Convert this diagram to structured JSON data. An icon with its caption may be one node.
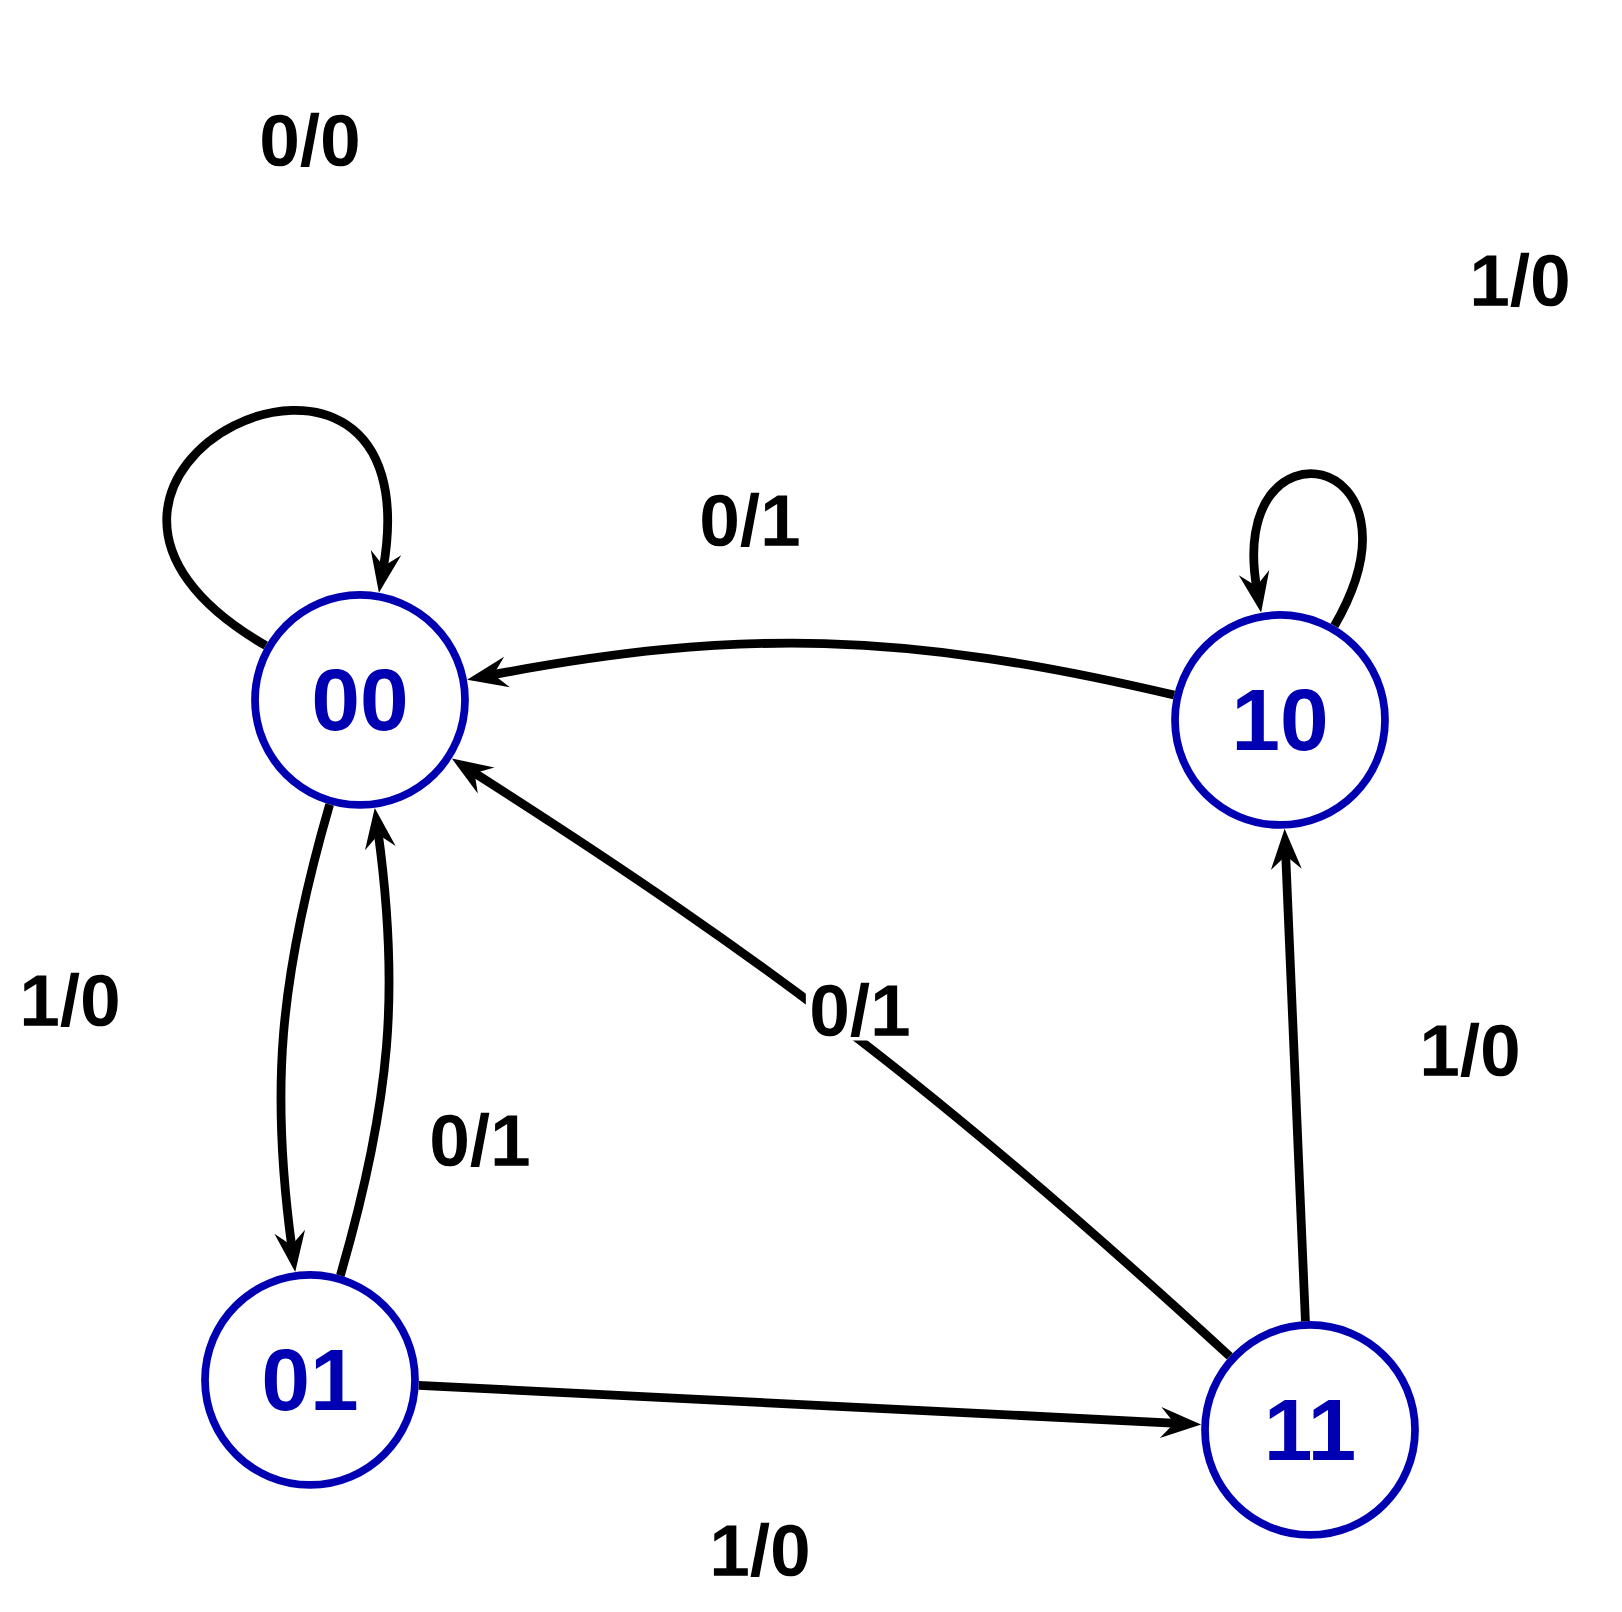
{
  "diagram": {
    "nodes": [
      {
        "text": [
          "00"
        ]
      },
      {
        "text": [
          "01"
        ]
      },
      {
        "text": [
          "10"
        ]
      },
      {
        "text": [
          "11"
        ]
      }
    ],
    "edges": [
      {
        "from": 0,
        "to": 0,
        "arrow": "to",
        "label": "0/0"
      },
      {
        "from": 2,
        "to": 2,
        "arrow": "to",
        "label": "1/0"
      },
      {
        "from": 2,
        "to": 0,
        "arrow": "to",
        "label": "0/1"
      },
      {
        "from": 0,
        "to": 1,
        "arrow": "to",
        "label": "1/0"
      },
      {
        "from": 1,
        "to": 0,
        "arrow": "to",
        "label": "0/1"
      },
      {
        "from": 3,
        "to": 0,
        "arrow": "to",
        "label": "0/1"
      },
      {
        "from": 1,
        "to": 3,
        "arrow": "to",
        "label": "1/0"
      },
      {
        "from": 3,
        "to": 2,
        "arrow": "to",
        "label": "1/0"
      }
    ]
  }
}
